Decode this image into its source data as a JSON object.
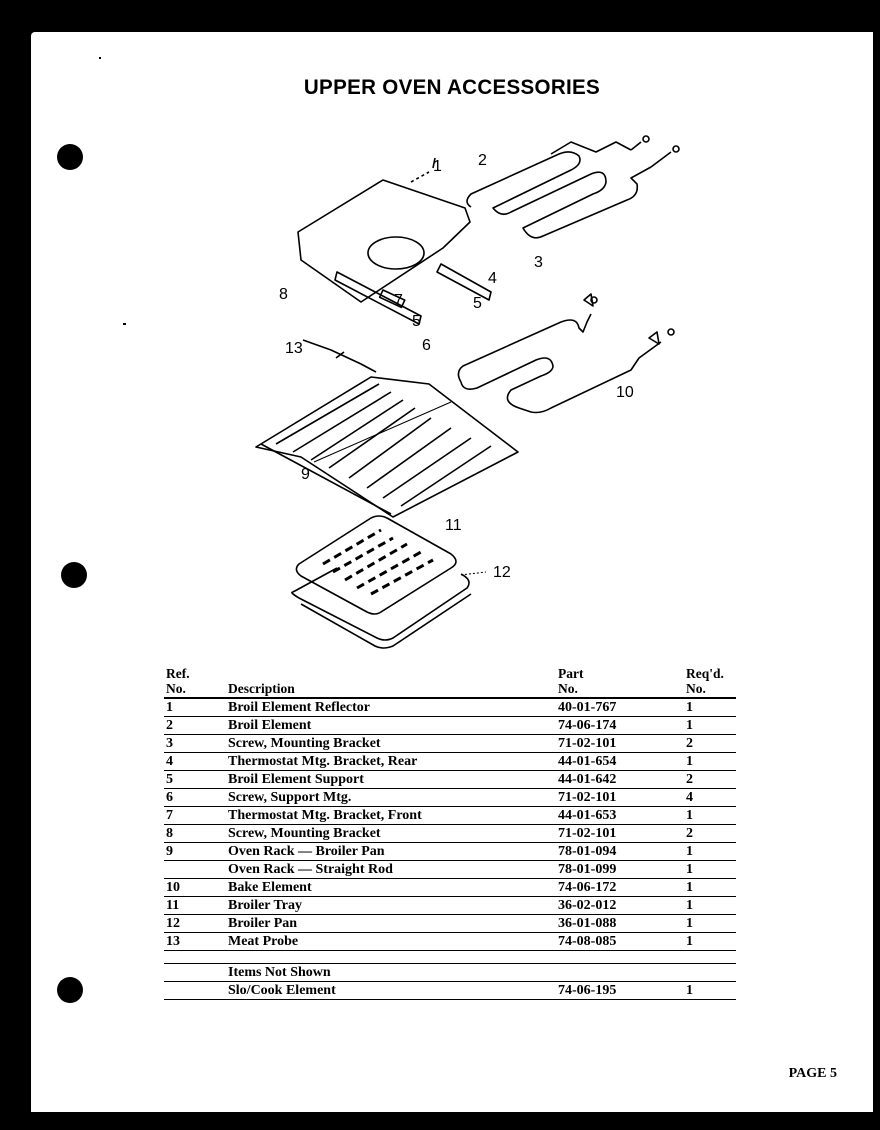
{
  "page": {
    "title": "UPPER OVEN ACCESSORIES",
    "page_label": "PAGE 5"
  },
  "diagram": {
    "callouts": [
      {
        "label": "1",
        "part": "reflector"
      },
      {
        "label": "2",
        "part": "broil-element"
      },
      {
        "label": "3",
        "part": "screw-mounting-bracket"
      },
      {
        "label": "4",
        "part": "thermostat-bracket-rear"
      },
      {
        "label": "5",
        "part": "broil-element-support"
      },
      {
        "label": "5",
        "part": "broil-element-support-2"
      },
      {
        "label": "6",
        "part": "screw-support"
      },
      {
        "label": "7",
        "part": "thermostat-bracket-front"
      },
      {
        "label": "8",
        "part": "screw-mounting-bracket-2"
      },
      {
        "label": "13",
        "part": "meat-probe"
      },
      {
        "label": "9",
        "part": "oven-rack"
      },
      {
        "label": "10",
        "part": "bake-element"
      },
      {
        "label": "11",
        "part": "broiler-tray"
      },
      {
        "label": "12",
        "part": "broiler-pan"
      }
    ]
  },
  "table": {
    "headers": {
      "ref": [
        "Ref.",
        "No."
      ],
      "description": "Description",
      "part": [
        "Part",
        "No."
      ],
      "qty": [
        "Req'd.",
        "No."
      ]
    },
    "rows": [
      {
        "ref": "1",
        "description": "Broil Element Reflector",
        "part": "40-01-767",
        "qty": "1"
      },
      {
        "ref": "2",
        "description": "Broil Element",
        "part": "74-06-174",
        "qty": "1"
      },
      {
        "ref": "3",
        "description": "Screw, Mounting Bracket",
        "part": "71-02-101",
        "qty": "2"
      },
      {
        "ref": "4",
        "description": "Thermostat Mtg. Bracket, Rear",
        "part": "44-01-654",
        "qty": "1"
      },
      {
        "ref": "5",
        "description": "Broil Element Support",
        "part": "44-01-642",
        "qty": "2"
      },
      {
        "ref": "6",
        "description": "Screw, Support Mtg.",
        "part": "71-02-101",
        "qty": "4"
      },
      {
        "ref": "7",
        "description": "Thermostat Mtg. Bracket, Front",
        "part": "44-01-653",
        "qty": "1"
      },
      {
        "ref": "8",
        "description": "Screw, Mounting Bracket",
        "part": "71-02-101",
        "qty": "2"
      },
      {
        "ref": "9",
        "description": "Oven Rack — Broiler Pan",
        "part": "78-01-094",
        "qty": "1"
      },
      {
        "ref": "",
        "description": "Oven Rack — Straight Rod",
        "part": "78-01-099",
        "qty": "1"
      },
      {
        "ref": "10",
        "description": "Bake Element",
        "part": "74-06-172",
        "qty": "1"
      },
      {
        "ref": "11",
        "description": "Broiler Tray",
        "part": "36-02-012",
        "qty": "1"
      },
      {
        "ref": "12",
        "description": "Broiler Pan",
        "part": "36-01-088",
        "qty": "1"
      },
      {
        "ref": "13",
        "description": "Meat Probe",
        "part": "74-08-085",
        "qty": "1"
      }
    ],
    "not_shown_heading": "Items Not Shown",
    "not_shown_rows": [
      {
        "ref": "",
        "description": "Slo/Cook Element",
        "part": "74-06-195",
        "qty": "1"
      }
    ]
  }
}
